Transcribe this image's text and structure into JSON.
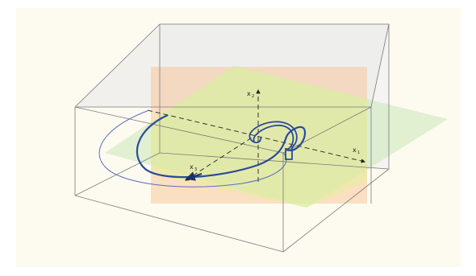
{
  "colors": {
    "background": "#fdfbf0",
    "box_edge": "#7a7a7a",
    "box_fill_top": "#ebebeb",
    "box_fill_side": "#f2f2f2",
    "vertical_plane": "#f8c99c",
    "horizontal_plane": "#c8e8b8",
    "overlap_plane": "#e4ef9a",
    "trajectory": "#2a4a9a",
    "trajectory_thin": "#5a6fb8",
    "axis": "#222222"
  },
  "axes": [
    {
      "id": "x1",
      "main": "x",
      "sub": "1",
      "direction": "right",
      "style": "dashed"
    },
    {
      "id": "x2",
      "main": "x",
      "sub": "2",
      "direction": "up",
      "style": "dashed"
    },
    {
      "id": "x3",
      "main": "x",
      "sub": "3",
      "direction": "front-left",
      "style": "solid-arrow"
    }
  ],
  "planes": [
    {
      "id": "vertical-plane",
      "color_key": "vertical_plane"
    },
    {
      "id": "horizontal-plane",
      "color_key": "horizontal_plane"
    }
  ],
  "curves": [
    {
      "id": "outer-spiral-arc",
      "weight": "thin"
    },
    {
      "id": "inner-spiral-arc",
      "weight": "thick"
    },
    {
      "id": "central-knot",
      "weight": "thick"
    }
  ]
}
